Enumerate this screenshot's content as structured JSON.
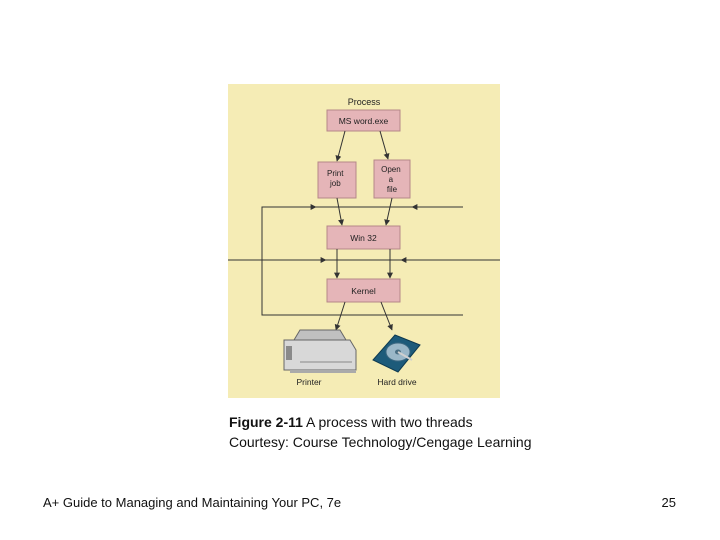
{
  "diagram": {
    "colors": {
      "background": "#f5ecb5",
      "box_fill": "#e5b5b8",
      "box_stroke": "#b58789",
      "line": "#333333",
      "label": "#222222"
    },
    "group_label": "Process",
    "nodes": {
      "process": "MS word.exe",
      "thread_print": [
        "Print",
        "job"
      ],
      "thread_open": [
        "Open",
        "a",
        "file"
      ],
      "win32": "Win 32",
      "kernel": "Kernel"
    },
    "devices": {
      "printer": {
        "icon": "printer-icon",
        "label": "Printer"
      },
      "hard_drive": {
        "icon": "hard-drive-icon",
        "label": "Hard drive"
      }
    }
  },
  "caption": {
    "figure_label": "Figure 2-11",
    "title": "A process with two threads",
    "credit": "Courtesy: Course Technology/Cengage Learning"
  },
  "footer": {
    "book_title": "A+ Guide to Managing and Maintaining Your PC, 7e",
    "page_number": "25"
  }
}
